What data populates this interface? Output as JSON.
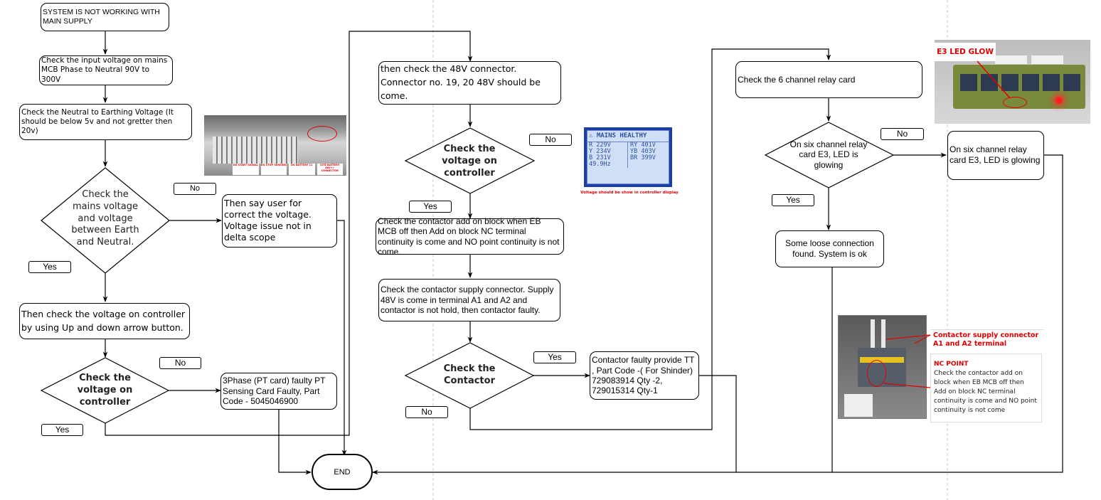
{
  "nodes": {
    "start": "SYSTEM IS NOT WORKING WITH MAIN SUPPLY",
    "check_input": "Check the input voltage on mains MCB Phase to Neutral 90V to 300V",
    "check_neutral": "Check the Neutral to Earthing Voltage (It should be below 5v and not gretter then 20v)",
    "decision_mains": "Check the mains voltage and voltage between Earth and Neutral.",
    "say_user": "Then say user for correct the voltage. Voltage issue not in delta scope",
    "check_controller_step": "Then check the voltage on controller by using Up and down arrow button.",
    "decision_controller_1": "Check the voltage on controller",
    "pt_card": "3Phase (PT card) faulty PT Sensing Card Faulty, Part Code - 5045046900",
    "end": "END",
    "check_48v": "then check the 48V connector. Connector no. 19, 20 48V should be come.",
    "decision_controller_2": "Check the voltage on controller",
    "contactor_addon": "Check the contactor add on block when EB MCB off then Add on block NC terminal continuity is come and NO point continuity is not come.",
    "contactor_supply": "Check the contactor supply connector. Supply 48V is come in terminal A1 and A2 and contactor is not hold, then contactor faulty.",
    "decision_contactor": "Check the Contactor",
    "contactor_faulty": "Contactor faulty provide TT , Part Code -( For Shinder) 729083914 Qty -2, 729015314 Qty-1",
    "check_relay": "Check the 6 channel relay card",
    "decision_relay": "On six channel relay card E3,  LED is glowing",
    "relay_glowing": "On six channel relay card E3,  LED is glowing",
    "loose_connection": "Some loose connection found. System is ok"
  },
  "edge_labels": {
    "mains_no": "No",
    "mains_yes": "Yes",
    "controller1_no": "No",
    "controller1_yes": "Yes",
    "controller2_no": "No",
    "controller2_yes": "Yes",
    "contactor_yes": "Yes",
    "contactor_no": "No",
    "relay_no": "No",
    "relay_yes": "Yes"
  },
  "images": {
    "terminal_block": {
      "labels": [
        "DG START SIGNAL",
        "DG STOP SENSING",
        "DG BATTERY 11",
        "SITE BATTERY 48V+/- CONNECTOR"
      ]
    },
    "controller_display": {
      "title": "MAINS HEALTHY",
      "left": [
        "R  229V",
        "Y  234V",
        "B  231V",
        "49.9Hz"
      ],
      "right": [
        "RY  401V",
        "YB  403V",
        "BR  399V"
      ],
      "caption": "Voltage should be show in controller display"
    },
    "relay_card": {
      "caption": "E3 LED GLOW"
    },
    "contactor_photo": {
      "caption_supply_1": "Contactor supply connector",
      "caption_supply_2": "A1 and A2 terminal",
      "nc_title": "NC POINT",
      "nc_text": "Check the contactor add on block when EB MCB off then Add on block NC terminal continuity is come and NO point continuity is not come"
    }
  },
  "colors": {
    "annotation_red": "#e00000",
    "display_blue": "#1a3fa8"
  }
}
